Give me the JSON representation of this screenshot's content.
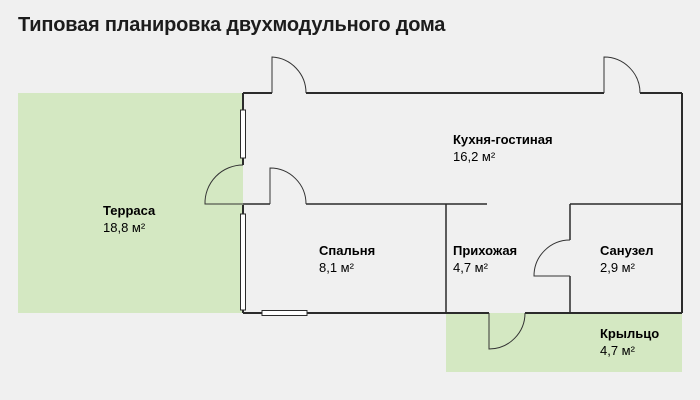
{
  "title": "Типовая планировка двухмодульного дома",
  "colors": {
    "background": "#f0f0f0",
    "outdoor_fill": "#d4e8c2",
    "wall": "#2b2b2b",
    "door_swing": "#333333"
  },
  "rooms": {
    "terrace": {
      "name": "Терраса",
      "area": "18,8 м²"
    },
    "kitchen": {
      "name": "Кухня-гостиная",
      "area": "16,2 м²"
    },
    "bedroom": {
      "name": "Спальня",
      "area": "8,1 м²"
    },
    "hallway": {
      "name": "Прихожая",
      "area": "4,7 м²"
    },
    "bathroom": {
      "name": "Санузел",
      "area": "2,9 м²"
    },
    "porch": {
      "name": "Крыльцо",
      "area": "4,7 м²"
    }
  }
}
